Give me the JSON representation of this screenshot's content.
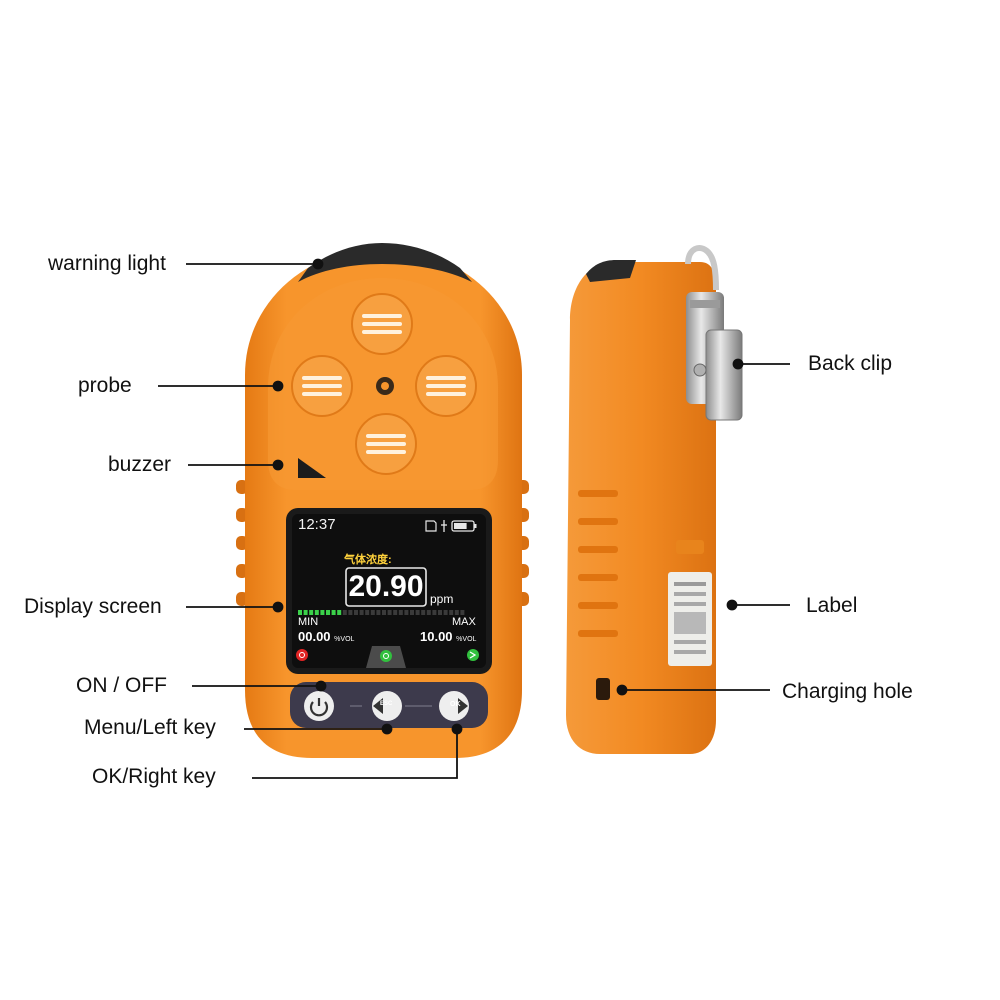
{
  "labels": {
    "warning_light": "warning light",
    "probe": "probe",
    "buzzer": "buzzer",
    "display_screen": "Display screen",
    "on_off": "ON / OFF",
    "menu_left_key": "Menu/Left key",
    "ok_right_key": "OK/Right key",
    "back_clip": "Back clip",
    "label": "Label",
    "charging_hole": "Charging hole"
  },
  "screen": {
    "time": "12:37",
    "gas_label": "气体浓度:",
    "reading": "20.90",
    "unit": "ppm",
    "min_label": "MIN",
    "max_label": "MAX",
    "min_value": "00.00",
    "max_value": "10.00",
    "percent_unit": "%VOL",
    "battery_level": 0.7,
    "bar_segments_lit": 8,
    "bar_segments_total": 30
  },
  "keys": {
    "esc": "ESC",
    "ok": "OK"
  },
  "colors": {
    "housing_orange": "#f28a22",
    "housing_dark": "#d86f10",
    "cap_black": "#2a2a2a",
    "screen_bg": "#111111",
    "reading_yellow": "#ffd23c",
    "bar_green": "#3bd14a"
  }
}
